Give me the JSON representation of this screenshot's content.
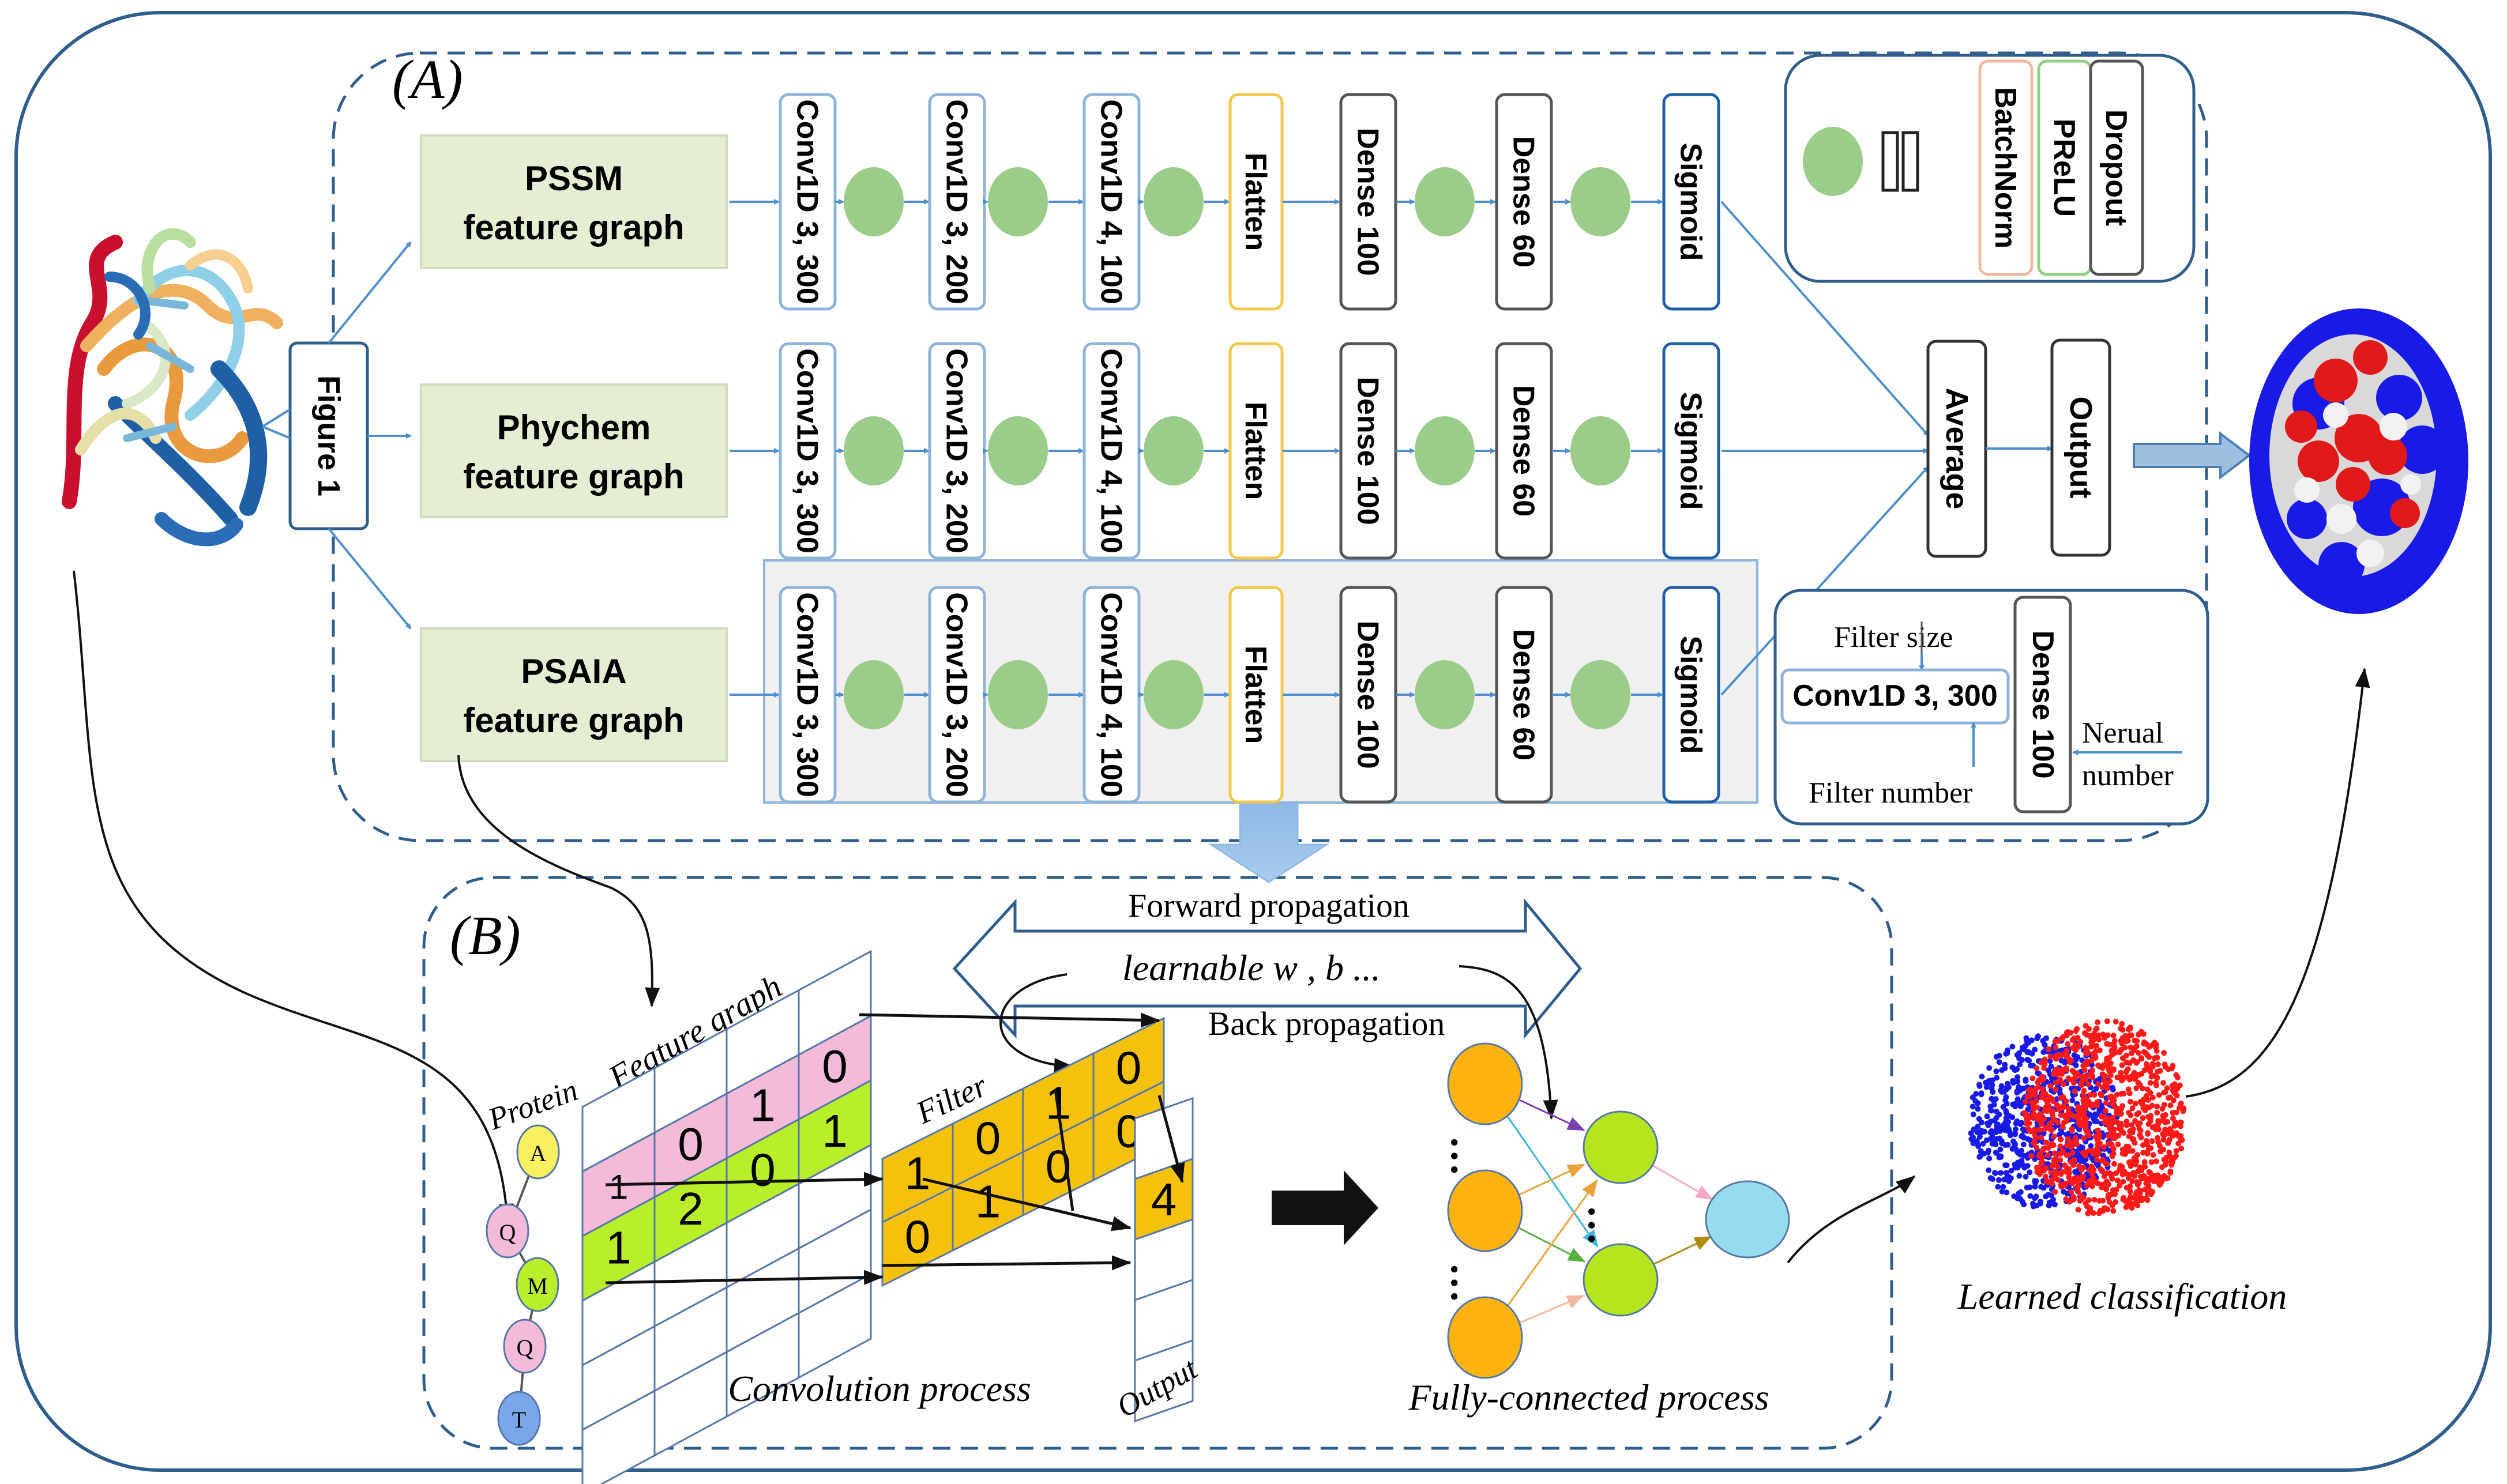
{
  "section_a": {
    "label": "(A)"
  },
  "section_b": {
    "label": "(B)"
  },
  "figure_box": {
    "label": "Figure 1"
  },
  "branches": [
    {
      "feature": [
        "PSSM",
        "feature graph"
      ],
      "conv": [
        "Conv1D 3, 300",
        "Conv1D 3, 200",
        "Conv1D 4, 100"
      ],
      "flatten": "Flatten",
      "dense": [
        "Dense 100",
        "Dense 60"
      ],
      "sigmoid": "Sigmoid"
    },
    {
      "feature": [
        "Phychem",
        "feature graph"
      ],
      "conv": [
        "Conv1D 3, 300",
        "Conv1D 3, 200",
        "Conv1D 4, 100"
      ],
      "flatten": "Flatten",
      "dense": [
        "Dense 100",
        "Dense 60"
      ],
      "sigmoid": "Sigmoid"
    },
    {
      "feature": [
        "PSAIA",
        "feature graph"
      ],
      "conv": [
        "Conv1D 3, 300",
        "Conv1D 3, 200",
        "Conv1D 4, 100"
      ],
      "flatten": "Flatten",
      "dense": [
        "Dense 100",
        "Dense 60"
      ],
      "sigmoid": "Sigmoid"
    }
  ],
  "merge": {
    "average": "Average",
    "output": "Output"
  },
  "legend": {
    "items": [
      "BatchNorm",
      "PReLU",
      "Dropout"
    ]
  },
  "conv_legend": {
    "filter_size": "Filter size",
    "conv": "Conv1D 3, 300",
    "dense": "Dense 100",
    "filter_number": "Filter number",
    "neural": [
      "Nerual",
      "number"
    ]
  },
  "part_b": {
    "forward": "Forward propagation",
    "learnable": "learnable w , b ...",
    "back": "Back propagation",
    "protein": "Protein",
    "feature_graph": "Feature graph",
    "filter": "Filter",
    "output": "Output",
    "conv_process": "Convolution process",
    "fc_process": "Fully-connected process",
    "learned": "Learned classification",
    "residues": [
      "A",
      "Q",
      "M",
      "Q",
      "T"
    ],
    "feature_rows": [
      [
        "0",
        "1",
        "0"
      ],
      [
        "1",
        "0",
        "1"
      ],
      [
        "1",
        "2",
        "0"
      ]
    ],
    "filter_rows": [
      [
        "0",
        "1",
        "0"
      ],
      [
        "1",
        "0",
        "1"
      ],
      [
        "0",
        "1",
        "0",
        "0"
      ]
    ],
    "out_value": "4",
    "dots": "…"
  },
  "colors": {
    "frame": "#2f5e8c",
    "arrow": "#4f8fcc",
    "green_box": "#e4eed3",
    "green_node": "#9ccc8a",
    "conv_border": "#8fb4da",
    "flatten_border": "#f2c94c",
    "dense_border": "#555555",
    "sigmoid_border": "#1f5fa5",
    "pink": "#f4bbd8",
    "lime": "#b8ee2a",
    "yellow": "#f4c20d",
    "orange_node": "#ffb30f",
    "lime_node": "#b5e61d",
    "cyan_node": "#97dcee"
  }
}
